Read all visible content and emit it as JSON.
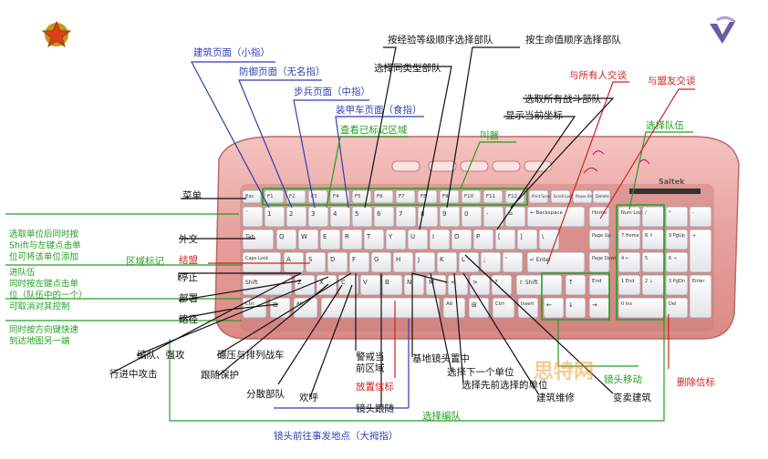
{
  "labels": {
    "build_page": "建筑页面（小指）",
    "defense_page": "防御页面（无名指）",
    "infantry_page": "步兵页面（中指）",
    "armor_page": "装甲车页面（食指）",
    "view_marked": "查看已标记区域",
    "select_by_rank": "按经验等级顺序选择部队",
    "select_by_health": "按生命值顺序选择部队",
    "select_same_type": "选择同类型部队",
    "select_all_combat": "选取所有战斗部队",
    "show_coords": "显示当前坐标",
    "chat_all": "与所有人交谈",
    "chat_allies": "与盟友交谈",
    "shout": "叫器",
    "select_team": "选择队伍",
    "menu": "菜单",
    "diplomacy": "外交",
    "alliance": "结盟",
    "stop": "停止",
    "deploy": "部署",
    "waypoint": "路径",
    "area_mark": "区域标记",
    "shift_select": "选取单位后同时按 Shift与左键点击单 位可将该单位添加",
    "ctrl_team": "进队伍 同时按左键点击单 位（队伍中的一个） 可取消对其控制",
    "arrow_jump": "同时按方向键快速 到达地图另一端",
    "formation_attack": "编队、强攻",
    "crush": "碾压与排列战车",
    "attack_move": "行进中攻击",
    "guard": "跟随保护",
    "scatter": "分散部队",
    "cheer": "欢呼",
    "alert_area": "警戒当 前区域",
    "place_beacon": "放置信标",
    "follow_cam": "镜头跟随",
    "base_center": "基地镜头置中",
    "select_next": "选择下一个单位",
    "select_prev": "选择先前选择的单位",
    "repair": "建筑维修",
    "sell": "变卖建筑",
    "cam_move": "镜头移动",
    "delete_beacon": "删除信标",
    "select_group": "选择编队",
    "cam_event": "镜头前往事发地点（大拇指）"
  },
  "keyboard": {
    "brand": "Saitek",
    "keys": {
      "esc": "Esc",
      "f1": "F1",
      "f2": "F2",
      "f3": "F3",
      "f4": "F4",
      "f5": "F5",
      "f6": "F6",
      "f7": "F7",
      "f8": "F8",
      "f9": "F9",
      "f10": "F10",
      "f11": "F11",
      "f12": "F12",
      "print": "Print Screen",
      "scroll": "Scroll Lock",
      "pause": "Pause Break",
      "delete": "Delete",
      "backspace": "← Backspace",
      "home": "Home",
      "tab": "Tab",
      "pgup": "Page Up",
      "caps": "Caps Lock",
      "enter": "↵ Enter",
      "pgdn": "Page Down",
      "shift_l": "Shift",
      "shift_r": "⇧ Shift",
      "end": "End",
      "ctrl_l": "Ctrl",
      "alt_l": "Alt",
      "alt_r": "Alt",
      "ctrl_r": "Ctrl",
      "insert": "Insert",
      "r1": [
        "`",
        "1",
        "2",
        "3",
        "4",
        "5",
        "6",
        "7",
        "8",
        "9",
        "0",
        "-",
        "="
      ],
      "r2": [
        "Q",
        "W",
        "E",
        "R",
        "T",
        "Y",
        "U",
        "I",
        "O",
        "P",
        "[",
        "]",
        "\\"
      ],
      "r3": [
        "A",
        "S",
        "D",
        "F",
        "G",
        "H",
        "J",
        "K",
        "L",
        ";",
        "'"
      ],
      "r4": [
        "Z",
        "X",
        "C",
        "V",
        "B",
        "N",
        "M",
        "<",
        ">",
        "?"
      ],
      "numpad_top": [
        "Num Lock",
        "/",
        "*",
        "-"
      ],
      "numpad_r2": [
        "7 Home",
        "8 ↑",
        "9 PgUp",
        "+"
      ],
      "numpad_r3": [
        "4 ←",
        "5",
        "6 →"
      ],
      "numpad_r4": [
        "1 End",
        "2 ↓",
        "3 PgDn",
        "Enter"
      ],
      "numpad_r5": [
        "0 Ins",
        "Del"
      ]
    }
  },
  "watermark": "思特网",
  "colors": {
    "keyboard_body": "#e8a0a0",
    "blue_label": "#2f3fb0",
    "green_label": "#22a022",
    "red_label": "#d02020",
    "black_label": "#111111"
  }
}
